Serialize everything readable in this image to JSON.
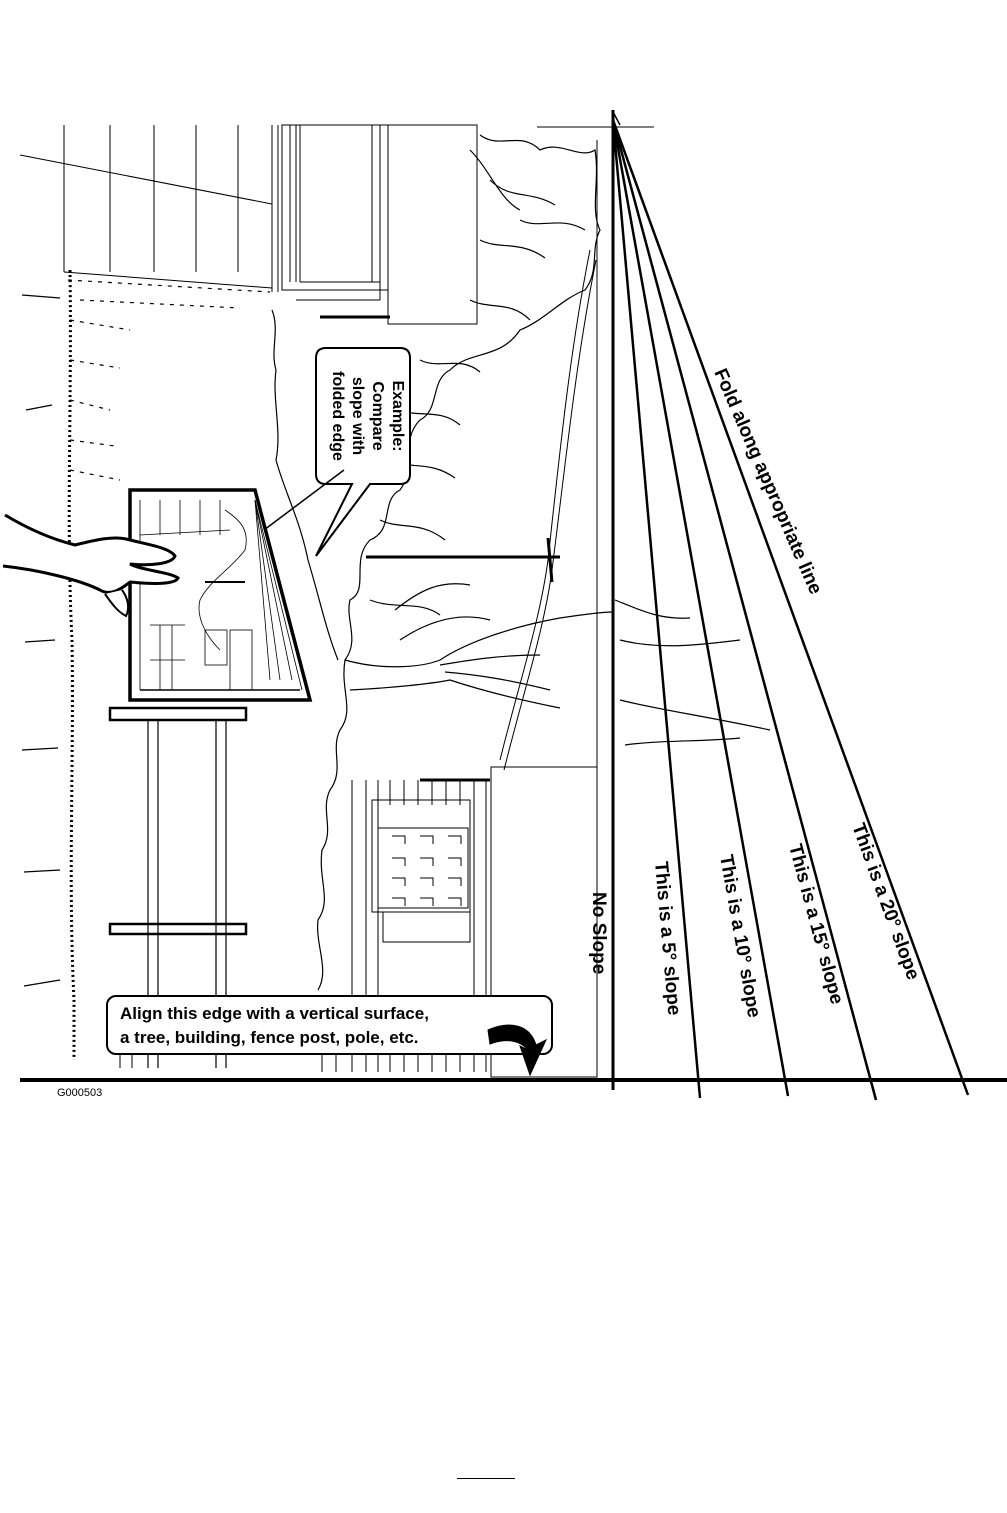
{
  "figure": {
    "id": "G000503",
    "fold_instruction": "Fold along appropriate line",
    "no_slope_label": "No Slope",
    "slope_labels": [
      {
        "degrees": 5,
        "text": "This is a 5° slope"
      },
      {
        "degrees": 10,
        "text": "This is a 10° slope"
      },
      {
        "degrees": 15,
        "text": "This is a 15° slope"
      },
      {
        "degrees": 20,
        "text": "This is a 20° slope"
      }
    ],
    "example_callout": [
      "Example:",
      "Compare",
      "slope with",
      "folded edge"
    ],
    "align_callout": [
      "Align this edge with a vertical surface,",
      "a tree, building, fence post, pole, etc."
    ]
  },
  "colors": {
    "ink": "#000000",
    "paper": "#ffffff"
  },
  "icons": [
    "hand-icon",
    "curved-arrow-icon",
    "tree-illustration",
    "house-illustration",
    "fence-illustration"
  ]
}
